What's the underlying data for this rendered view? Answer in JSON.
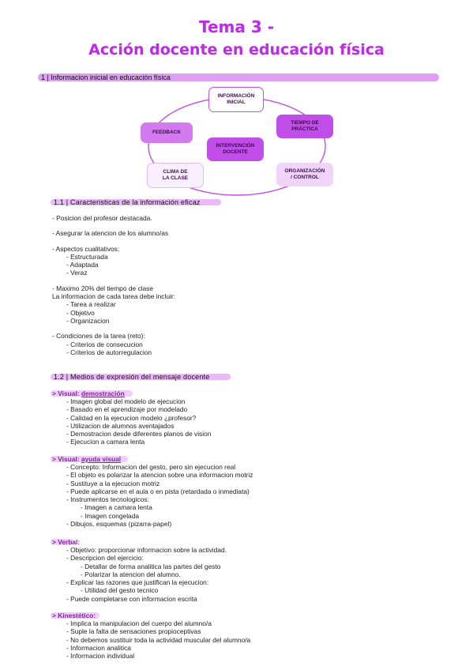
{
  "title": {
    "line1": "Tema 3 -",
    "line2": "Acción docente en educación física"
  },
  "section1": {
    "heading": "1 | Informacion inicial en educación física"
  },
  "diagram": {
    "center": "INTERVENCIÓN\nDOCENTE",
    "info_inicial": "INFORMACIÓN\nINICIAL",
    "tiempo": "TIEMPO DE\nPRÁCTICA",
    "organizacion": "ORGANIZACIÓN\n/ CONTROL",
    "clima": "CLIMA DE\nLA CLASE",
    "feedback": "FEEDBACK"
  },
  "section11": {
    "heading": "1.1 | Caracteristicas de la información eficaz",
    "l1": "- Posicion del profesor destacada.",
    "l2": "- Asegurar la atencion de los alumno/as",
    "l3": "- Aspectos cualitativos:",
    "l3a": "- Estructurada",
    "l3b": "- Adaptada",
    "l3c": "- Veraz",
    "l4": "- Maximo 20% del tiempo de clase",
    "l5": "La informacion de cada tarea debe incluir:",
    "l5a": "- Tarea a realizar",
    "l5b": "- Objetivo",
    "l5c": "- Organizacion",
    "l6": "- Condiciones de la tarea (reto):",
    "l6a": "- Criterios de consecucion",
    "l6b": "- Criterios de autorregulacion"
  },
  "section12": {
    "heading": "1.2 | Medios de expresión del mensaje docente",
    "visual1": {
      "prefix": "> Visual: ",
      "head": "demostración",
      "items": [
        "- Imagen global del modelo de ejecucion",
        "- Basado en el aprendizaje por modelado",
        "- Calidad en la ejecucion modelo ¿profesor?",
        "- Utilizacion de alumnos aventajados",
        "- Demostracion desde diferentes planos de vision",
        "- Ejecucion a camara lenta"
      ]
    },
    "visual2": {
      "prefix": "> Visual: ",
      "head": "ayuda visual",
      "items": [
        "- Concepto: Informacion del gesto, pero sin ejecucion real",
        "- El objeto es polarizar la atencion sobre una informacion motriz",
        "- Sustituye a la ejecucion motriz",
        "- Puede aplicarse en el aula o en pista (retardada o inmediata)",
        "- Instrumentos tecnologicos:"
      ],
      "sub": [
        "- Imagen a camara lenta",
        "- Imagen congelada"
      ],
      "last": "- Dibujos, esquemas (pizarra-papel)"
    },
    "verbal": {
      "head": "> Verbal:",
      "i1": "- Objetivo: proporcionar informacion sobre la actividad.",
      "i2": "- Descripcion del ejercicio:",
      "i2a": "- Detallar de forma analitica las partes del gesto",
      "i2b": "- Polarizar la atencion del alumno.",
      "i3": "- Explicar las razones que justifican la ejecucion:",
      "i3a": "- Utilidad del gesto tecnico",
      "i4": "- Puede completarse con informacion escrita"
    },
    "kine": {
      "head": "> Kinestético:",
      "items": [
        "- Implica la manipulacion del cuerpo del alumno/a",
        "- Suple la falta de sensaciones propioceptivas",
        "- No debemos sustituir toda la actividad muscular del alumno/a",
        "- Informacion analitica",
        "- Informacion individual"
      ]
    }
  }
}
